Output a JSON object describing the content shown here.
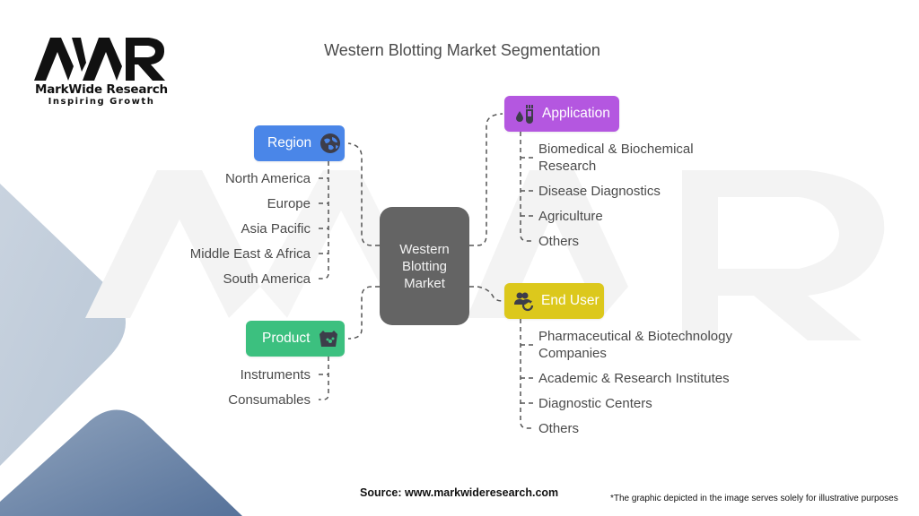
{
  "logo": {
    "mark": "MWR",
    "name": "MarkWide Research",
    "tagline": "Inspiring Growth"
  },
  "title": "Western Blotting Market Segmentation",
  "center": {
    "line1": "Western",
    "line2": "Blotting",
    "line3": "Market"
  },
  "categories": {
    "region": {
      "label": "Region",
      "icon": "globe-icon",
      "color": "#4a86e8",
      "items": [
        "North America",
        "Europe",
        "Asia Pacific",
        "Middle East & Africa",
        "South America"
      ]
    },
    "product": {
      "label": "Product",
      "icon": "basket-icon",
      "color": "#3cc07f",
      "items": [
        "Instruments",
        "Consumables"
      ]
    },
    "application": {
      "label": "Application",
      "icon": "test-tube-drop-icon",
      "color": "#b457e0",
      "items": [
        "Biomedical & Biochemical Research",
        "Disease Diagnostics",
        "Agriculture",
        "Others"
      ]
    },
    "end_user": {
      "label": "End User",
      "icon": "users-refresh-icon",
      "color": "#dcc81c",
      "items": [
        "Pharmaceutical & Biotechnology Companies",
        "Academic & Research Institutes",
        "Diagnostic Centers",
        "Others"
      ]
    }
  },
  "footer": {
    "source": "Source: www.markwideresearch.com",
    "disclaimer": "*The graphic depicted in the image serves solely for illustrative purposes"
  }
}
